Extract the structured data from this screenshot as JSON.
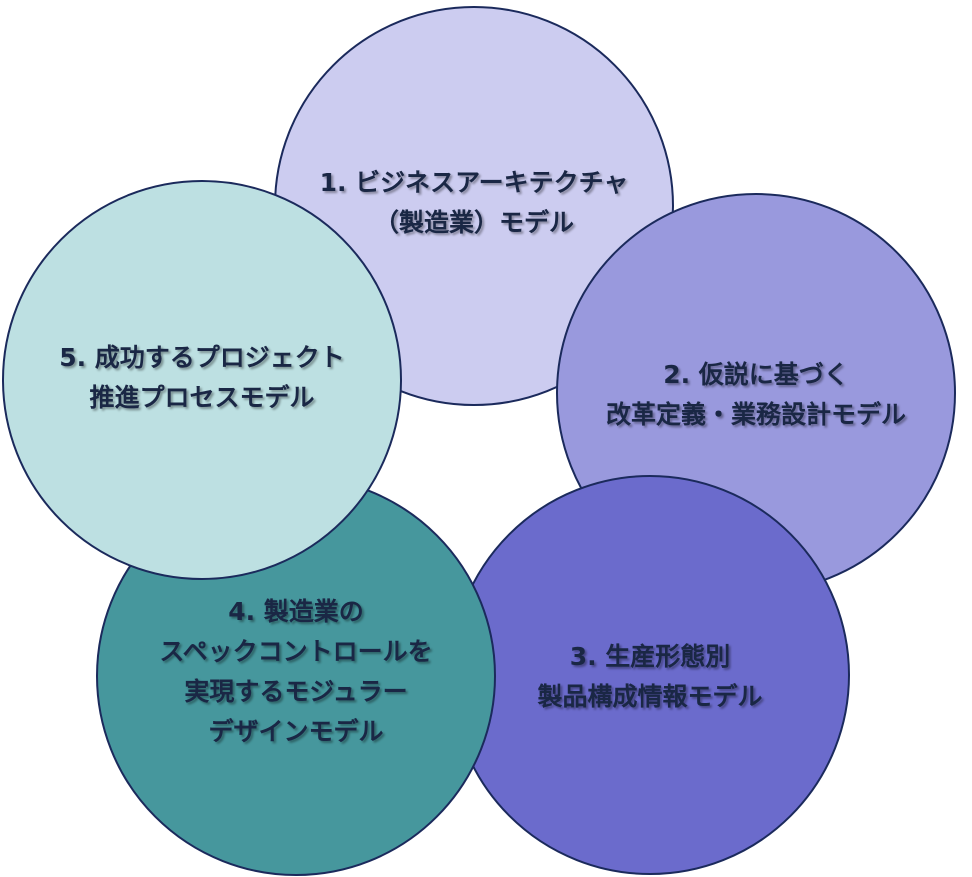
{
  "circles": [
    {
      "id": "1",
      "lines": [
        "1. ビジネスアーキテクチャ",
        "（製造業）モデル"
      ],
      "color": "#ccccf0"
    },
    {
      "id": "2",
      "lines": [
        "2. 仮説に基づく",
        "改革定義・業務設計モデル"
      ],
      "color": "#9999dd"
    },
    {
      "id": "3",
      "lines": [
        "3. 生産形態別",
        "製品構成情報モデル"
      ],
      "color": "#6b6bcc"
    },
    {
      "id": "4",
      "lines": [
        "4. 製造業の",
        "スペックコントロールを",
        "実現するモジュラー",
        "デザインモデル"
      ],
      "color": "#46979d"
    },
    {
      "id": "5",
      "lines": [
        "5. 成功するプロジェクト",
        "推進プロセスモデル"
      ],
      "color": "#bde0e2"
    }
  ]
}
